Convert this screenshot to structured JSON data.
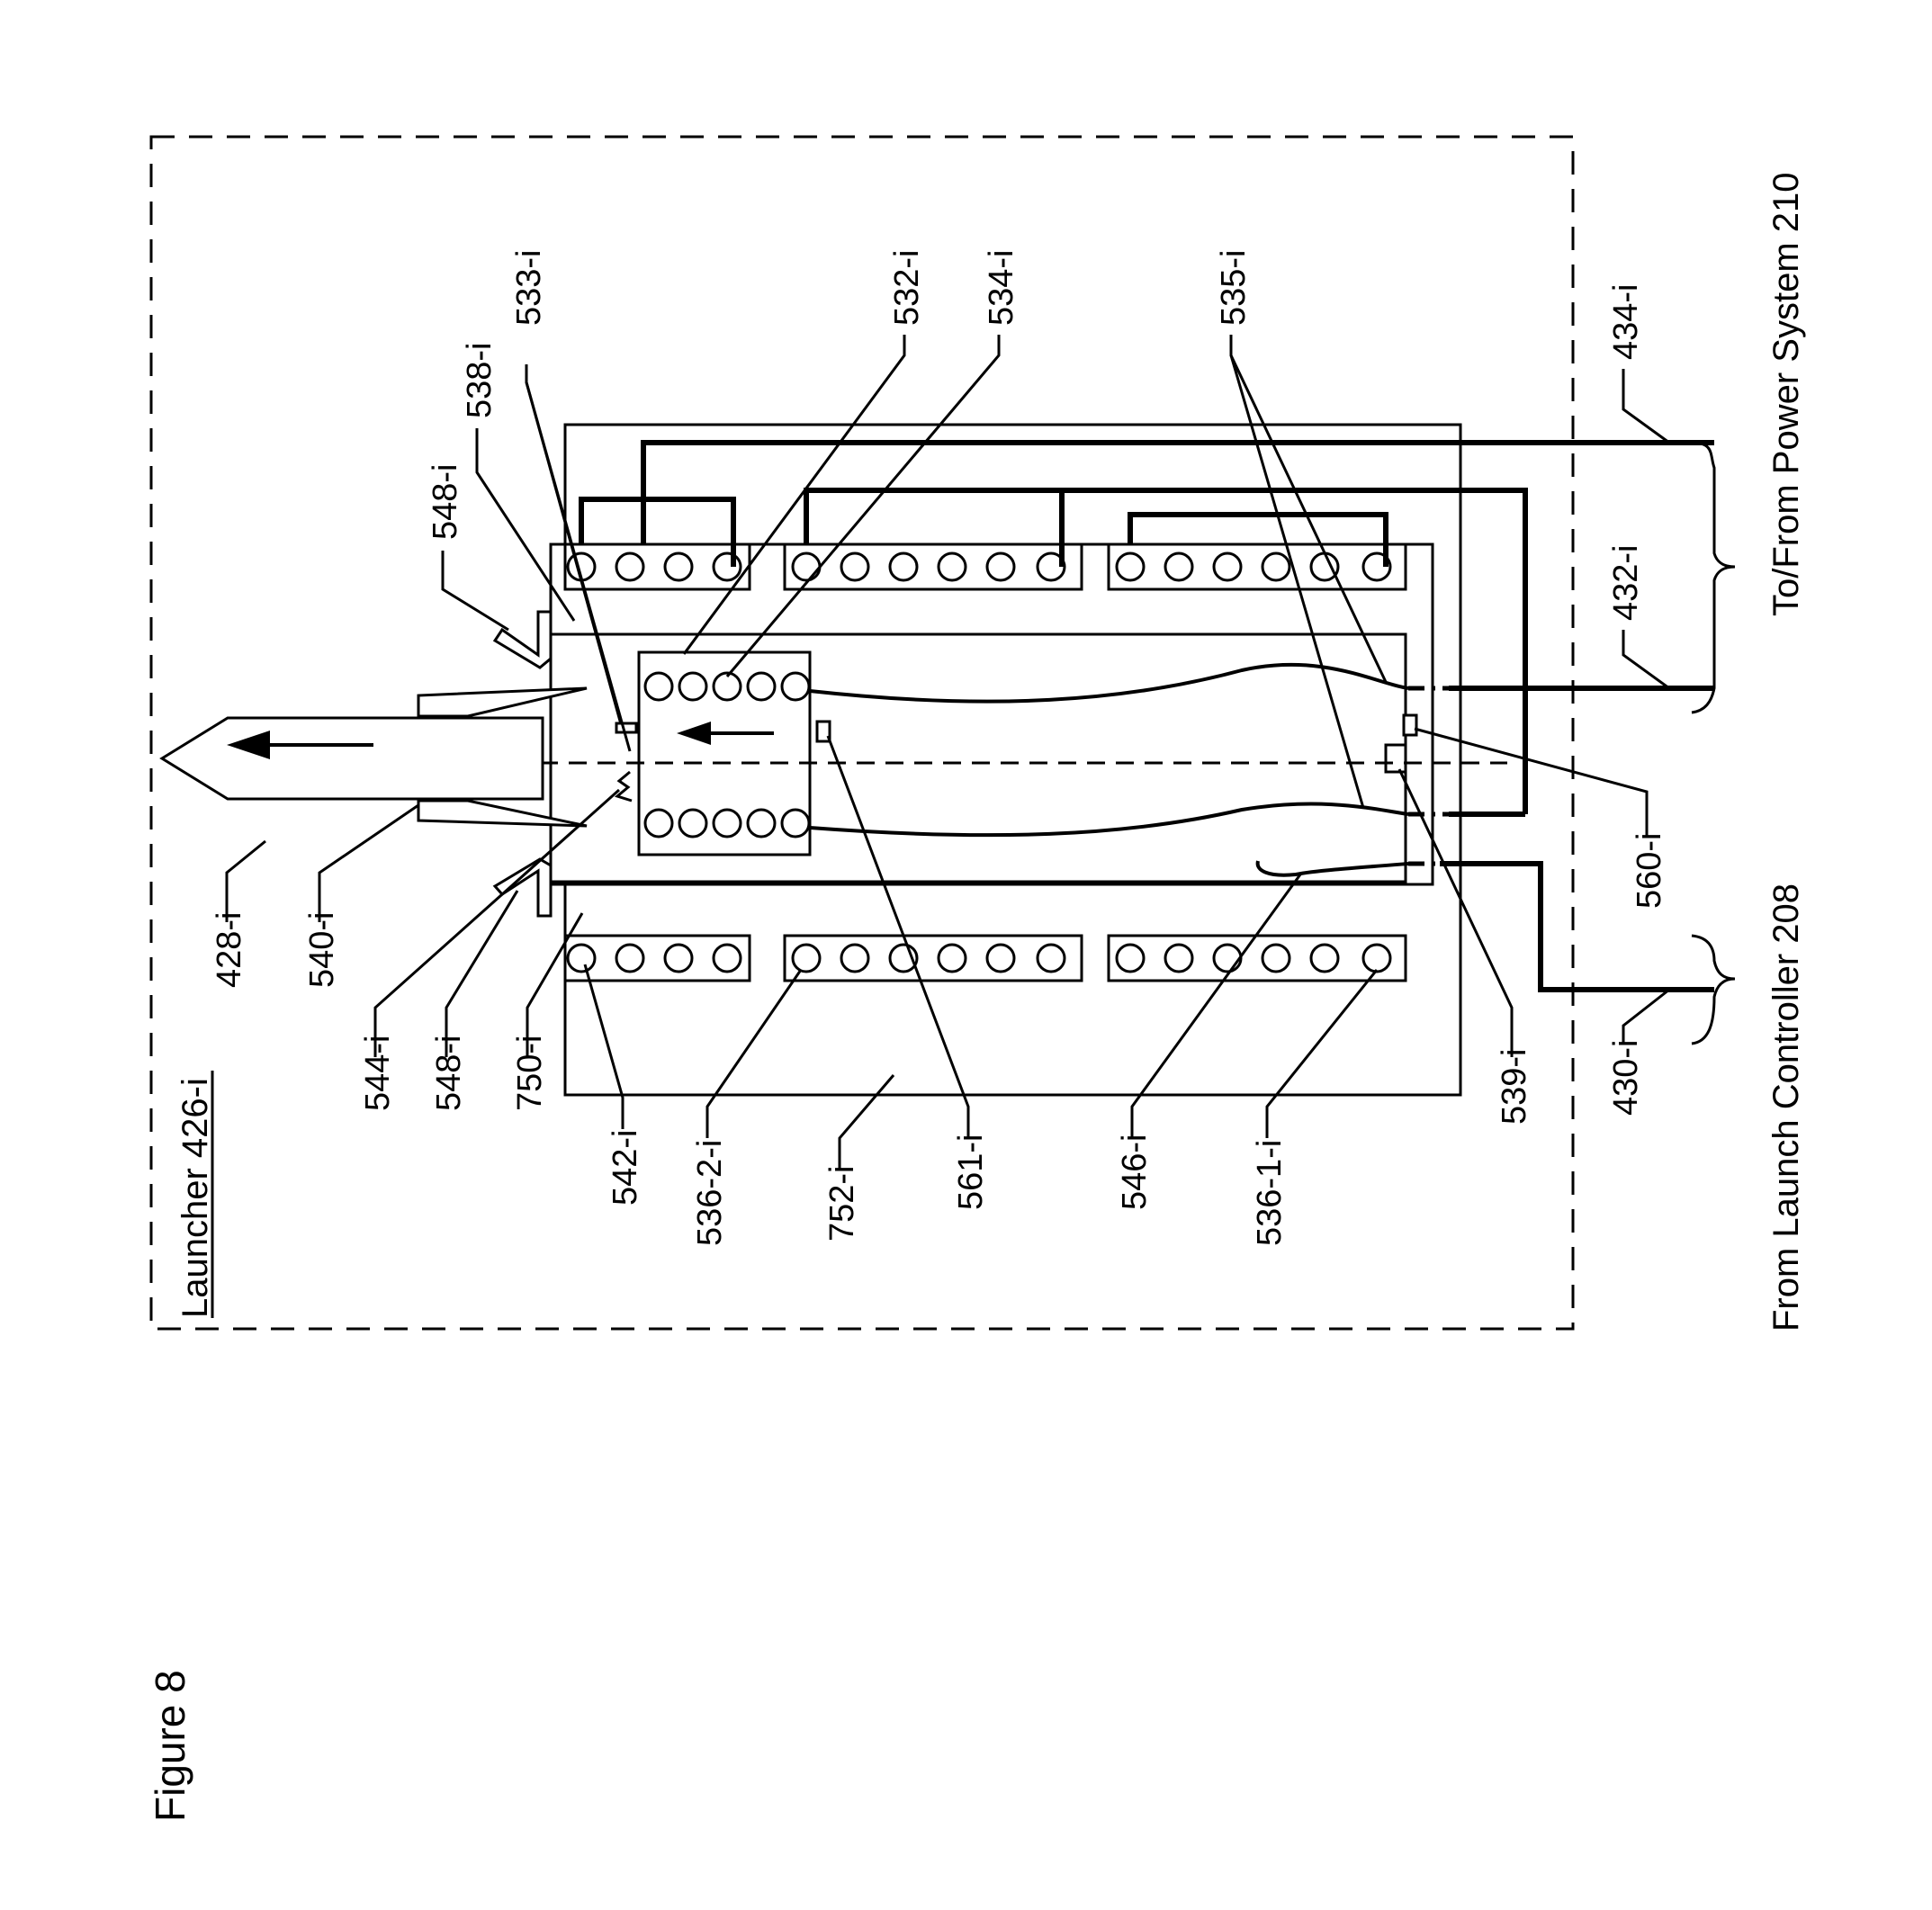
{
  "figure_title": "Figure 8",
  "launcher_label": "Launcher 426-i",
  "power_label": "To/From Power System 210",
  "controller_label": "From Launch Controller 208",
  "refs": {
    "r428": "428-i",
    "r540": "540-i",
    "r544": "544-i",
    "r548a": "548-i",
    "r548b": "548-i",
    "r750": "750-i",
    "r538": "538-i",
    "r533": "533-i",
    "r532": "532-i",
    "r534": "534-i",
    "r535": "535-i",
    "r434": "434-i",
    "r432": "432-i",
    "r560": "560-i",
    "r539": "539-i",
    "r430": "430-i",
    "r542": "542-i",
    "r536_2": "536-2-i",
    "r752": "752-i",
    "r561": "561-i",
    "r546": "546-i",
    "r536_1": "536-1-i"
  }
}
